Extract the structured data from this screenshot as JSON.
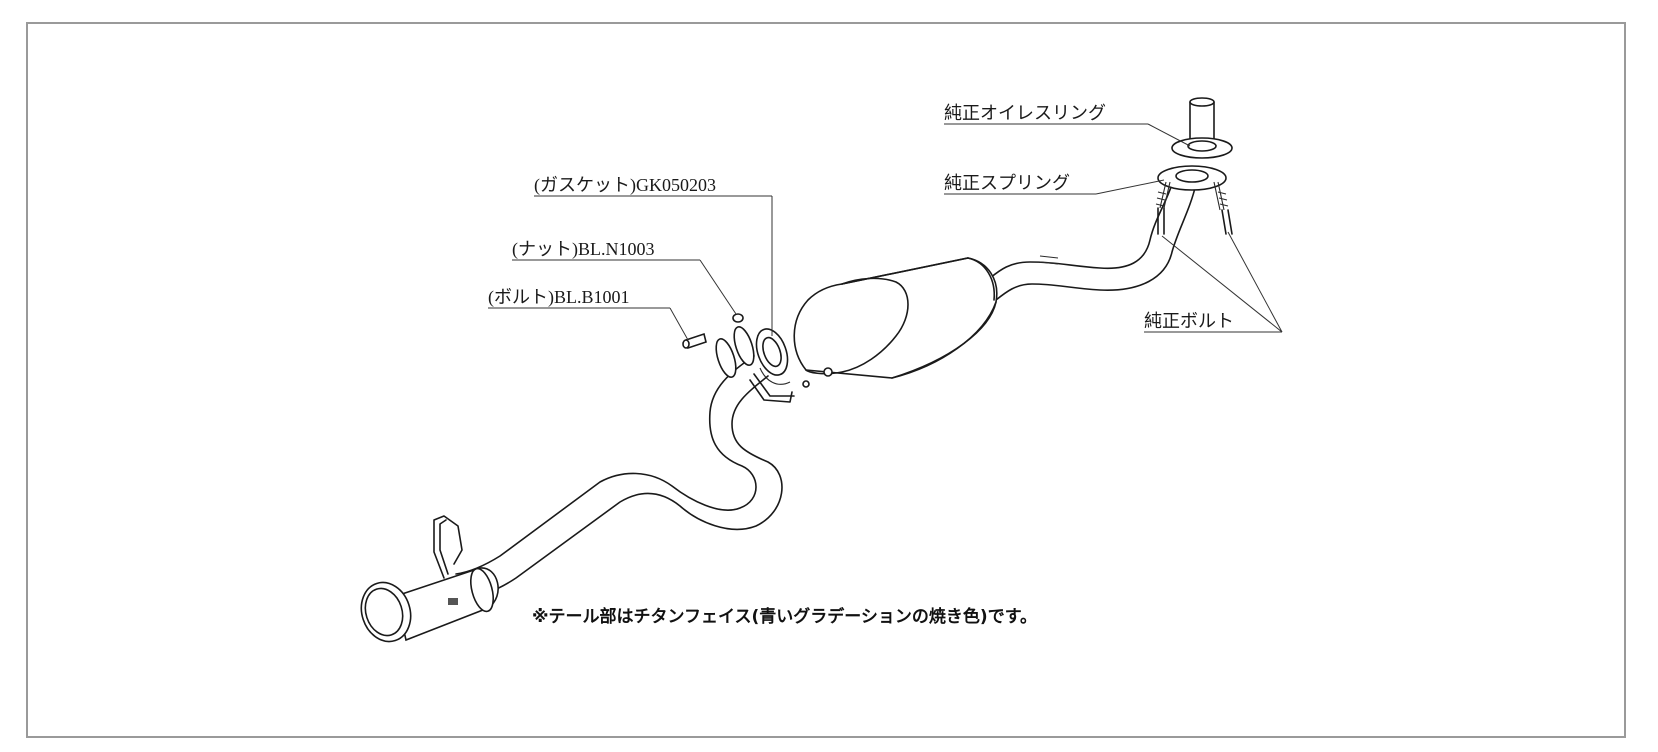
{
  "labels": {
    "oil_ring": "純正オイレスリング",
    "spring": "純正スプリング",
    "bolt_stock": "純正ボルト",
    "gasket": "(ガスケット)GK050203",
    "nut": "(ナット)BL.N1003",
    "bolt": "(ボルト)BL.B1001"
  },
  "note": "※テール部はチタンフェイス(青いグラデーションの焼き色)です。"
}
